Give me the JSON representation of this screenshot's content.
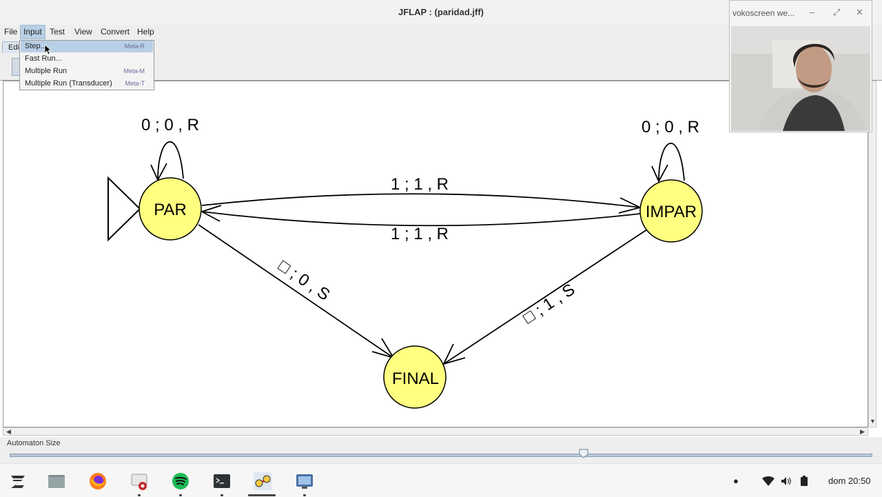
{
  "window": {
    "title": "JFLAP : (paridad.jff)"
  },
  "menubar": {
    "items": [
      "File",
      "Input",
      "Test",
      "View",
      "Convert",
      "Help"
    ]
  },
  "tab": {
    "label": "Edi"
  },
  "input_menu": {
    "items": [
      {
        "label": "Step...",
        "shortcut": "Meta-R"
      },
      {
        "label": "Fast Run...",
        "shortcut": ""
      },
      {
        "label": "Multiple Run",
        "shortcut": "Meta-M"
      },
      {
        "label": "Multiple Run (Transducer)",
        "shortcut": "Meta-T"
      }
    ]
  },
  "automaton": {
    "states": [
      {
        "name": "PAR",
        "initial": true
      },
      {
        "name": "IMPAR",
        "initial": false
      },
      {
        "name": "FINAL",
        "initial": false
      }
    ],
    "transitions": [
      {
        "from": "PAR",
        "to": "PAR",
        "label": "0 ; 0 , R"
      },
      {
        "from": "IMPAR",
        "to": "IMPAR",
        "label": "0 ; 0 , R"
      },
      {
        "from": "PAR",
        "to": "IMPAR",
        "label": "1 ; 1 , R"
      },
      {
        "from": "IMPAR",
        "to": "PAR",
        "label": "1 ; 1 , R"
      },
      {
        "from": "PAR",
        "to": "FINAL",
        "label": "□ ; 0 , S"
      },
      {
        "from": "IMPAR",
        "to": "FINAL",
        "label": "□ ; 1 , S"
      }
    ],
    "state_fill": "#ffff80"
  },
  "size_panel": {
    "label": "Automaton Size",
    "value": 0.665
  },
  "webcam": {
    "title": "vokoscreen we..."
  },
  "taskbar": {
    "apps": [
      "zorin-menu-icon",
      "files-icon",
      "firefox-icon",
      "screen-recorder-icon",
      "spotify-icon",
      "terminal-icon",
      "jflap-icon",
      "virt-manager-icon"
    ],
    "clock": "dom 20:50"
  }
}
